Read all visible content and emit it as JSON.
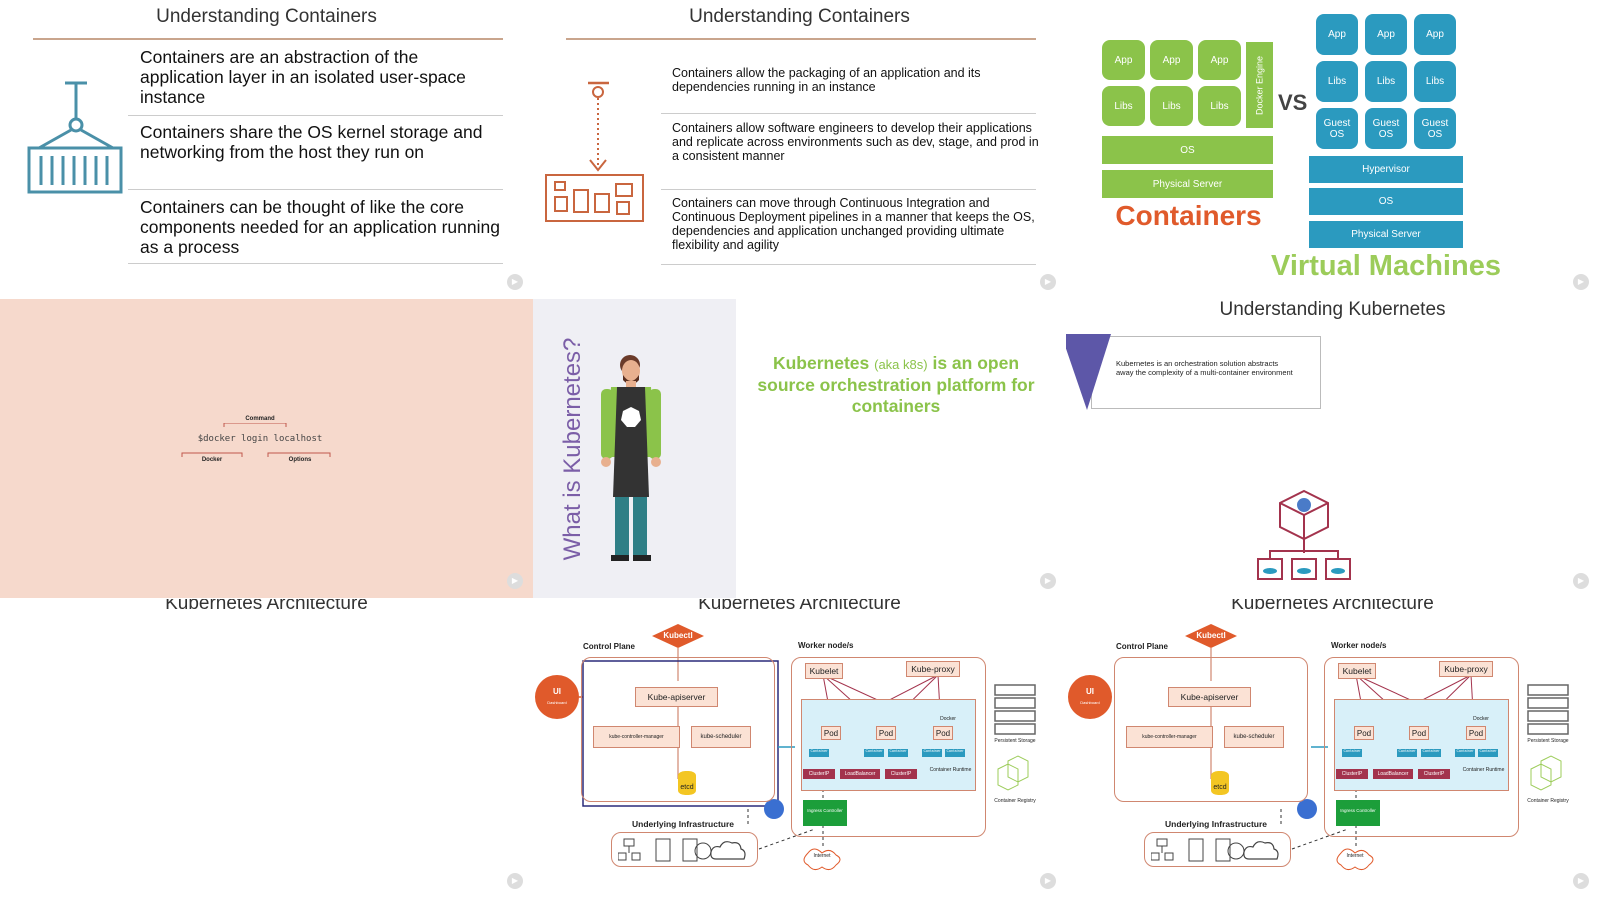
{
  "slides": {
    "s1": {
      "title": "Understanding Containers",
      "points": [
        "Containers are an abstraction of the application layer in an isolated user-space instance",
        "Containers share the OS kernel storage and networking from the host they run on",
        "Containers can be thought of like the core components needed for an application running as a process"
      ]
    },
    "s2": {
      "title": "Understanding Containers",
      "points": [
        "Containers allow the packaging of an application and its dependencies running in an instance",
        "Containers allow software engineers to develop their applications and replicate across environments such as dev, stage, and prod in a consistent manner",
        "Containers can move through Continuous Integration and Continuous Deployment pipelines in a manner that keeps the OS, dependencies and application unchanged providing ultimate flexibility and agility"
      ]
    },
    "s3": {
      "app": "App",
      "libs": "Libs",
      "guest_os": "Guest OS",
      "os": "OS",
      "physical_server": "Physical Server",
      "docker_engine": "Docker Engine",
      "hypervisor": "Hypervisor",
      "vs": "VS",
      "containers_label": "Containers",
      "vm_label": "Virtual Machines"
    },
    "s4": {
      "label_command": "Command",
      "command": "$docker login localhost",
      "label_docker": "Docker",
      "label_options": "Options"
    },
    "s5": {
      "vertical_title": "What is Kubernetes?",
      "statement_a": "Kubernetes",
      "statement_b": "(aka k8s)",
      "statement_c": "is an open source orchestration platform for containers"
    },
    "s6": {
      "title": "Understanding Kubernetes",
      "text": "Kubernetes is an orchestration solution abstracts away the complexity of a multi-container environment"
    },
    "arch": {
      "title": "Kubernetes Architecture",
      "kubectl": "Kubectl",
      "control_plane": "Control Plane",
      "worker_nodes": "Worker node/s",
      "ui": "UI",
      "ui_sub": "Dashboard",
      "apiserver": "Kube-apiserver",
      "controller_manager": "kube-controller-manager",
      "scheduler": "kube-scheduler",
      "etcd": "etcd",
      "kubelet": "Kubelet",
      "kube_proxy": "Kube-proxy",
      "docker": "Docker",
      "pod": "Pod",
      "container": "Container",
      "clusterip": "ClusterIP",
      "loadbalancer": "LoadBalancer",
      "container_runtime": "Container Runtime",
      "ingress": "Ingress Controller",
      "underlying": "Underlying Infrastructure",
      "internet": "Internet",
      "persistent_storage": "Persistent Storage",
      "container_registry": "Container Registry"
    }
  },
  "colors": {
    "accent_orange": "#e05a2b",
    "green": "#8bc34a",
    "blue": "#2b9abf",
    "salmon_bg": "#f6d9cc",
    "purple": "#7b5ea7",
    "teal_icon": "#4a90a8"
  }
}
